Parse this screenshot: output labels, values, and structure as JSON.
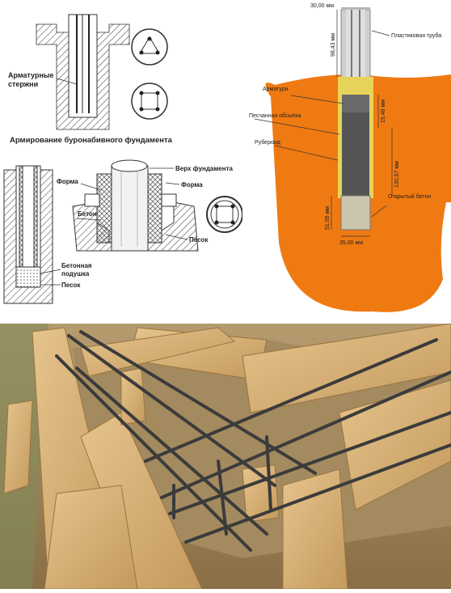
{
  "left_diagram": {
    "label_rebar_rods": [
      "Арматурные",
      "стержни"
    ],
    "title": "Армирование буронабивного фундамента",
    "label_form_left": "Форма",
    "label_top_foundation": "Верх фундамента",
    "label_form_right": "Форма",
    "label_concrete": "Бетон",
    "label_concrete_cushion": [
      "Бетонная",
      "подушка"
    ],
    "label_sand_bottom": "Песок",
    "label_sand_right": "Песок"
  },
  "right_diagram": {
    "dim_top_width": "30,00 мм",
    "dim_upper_height": "98,43 мм",
    "label_plastic_pipe": "Пластиковая труба",
    "label_rebar": "Арматура",
    "dim_rebar_height": "19,48 мм",
    "label_sand_fill": "Песчанная обсыпка",
    "label_roofing": "Рубероид",
    "dim_middle_height": "130,57 мм",
    "label_open_concrete": "Открытый бетон",
    "dim_bottom_height": "51,05 мм",
    "dim_bottom_width": "35,00 мм",
    "colors": {
      "soil": "#f07a12",
      "pipe": "#c9c9c9"
    }
  },
  "photo": {
    "description_icon": "formwork-photo",
    "colors": {
      "wood": "#d9b27a",
      "soil": "#9b7e52",
      "rebar": "#3b3b3b"
    }
  }
}
